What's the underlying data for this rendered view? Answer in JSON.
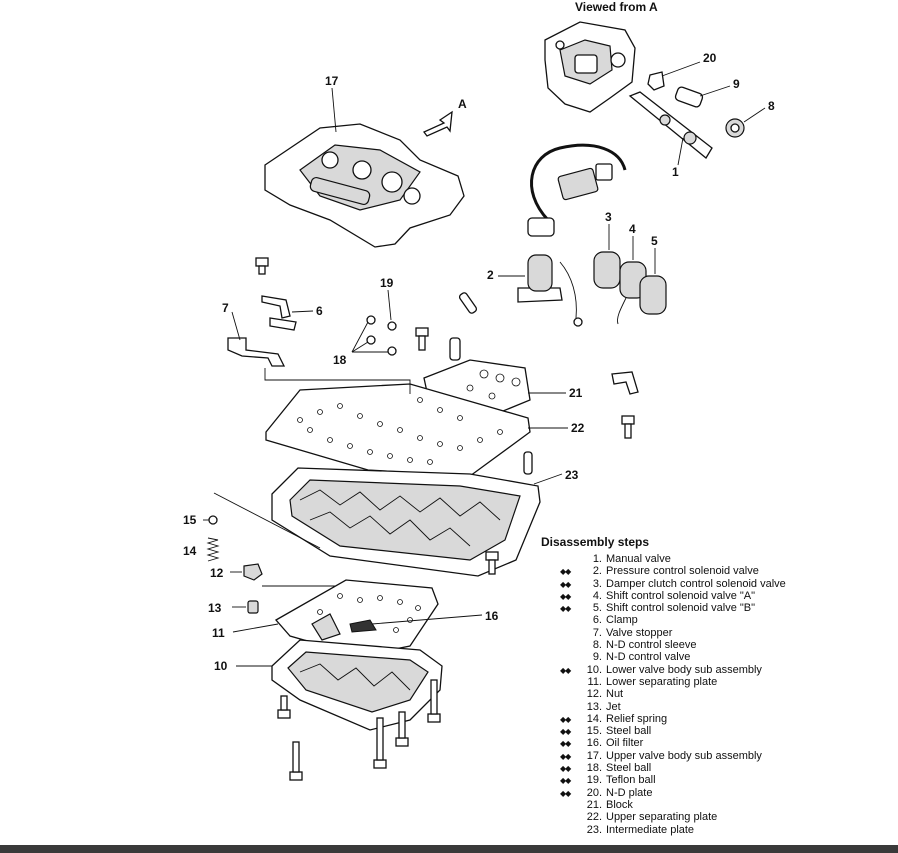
{
  "header": "Viewed from A",
  "view_arrow_label": "A",
  "callouts": {
    "c1": "1",
    "c2": "2",
    "c3": "3",
    "c4": "4",
    "c5": "5",
    "c6": "6",
    "c7": "7",
    "c8": "8",
    "c9": "9",
    "c10": "10",
    "c11": "11",
    "c12": "12",
    "c13": "13",
    "c14": "14",
    "c15": "15",
    "c16": "16",
    "c17": "17",
    "c18": "18",
    "c19": "19",
    "c20": "20",
    "c21": "21",
    "c22": "22",
    "c23": "23"
  },
  "steps_title": "Disassembly steps",
  "steps": [
    {
      "num": "1.",
      "text": "Manual valve",
      "mark": ""
    },
    {
      "num": "2.",
      "text": "Pressure control solenoid valve",
      "mark": "◆◆"
    },
    {
      "num": "3.",
      "text": "Damper clutch control solenoid valve",
      "mark": "◆◆"
    },
    {
      "num": "4.",
      "text": "Shift control solenoid valve \"A\"",
      "mark": "◆◆"
    },
    {
      "num": "5.",
      "text": "Shift control solenoid valve \"B\"",
      "mark": "◆◆"
    },
    {
      "num": "6.",
      "text": "Clamp",
      "mark": ""
    },
    {
      "num": "7.",
      "text": "Valve stopper",
      "mark": ""
    },
    {
      "num": "8.",
      "text": "N-D control sleeve",
      "mark": ""
    },
    {
      "num": "9.",
      "text": "N-D control valve",
      "mark": ""
    },
    {
      "num": "10.",
      "text": "Lower valve body sub assembly",
      "mark": "◆◆"
    },
    {
      "num": "11.",
      "text": "Lower separating plate",
      "mark": ""
    },
    {
      "num": "12.",
      "text": "Nut",
      "mark": ""
    },
    {
      "num": "13.",
      "text": "Jet",
      "mark": ""
    },
    {
      "num": "14.",
      "text": "Relief spring",
      "mark": "◆◆"
    },
    {
      "num": "15.",
      "text": "Steel ball",
      "mark": "◆◆"
    },
    {
      "num": "16.",
      "text": "Oil filter",
      "mark": "◆◆"
    },
    {
      "num": "17.",
      "text": "Upper valve body sub assembly",
      "mark": "◆◆"
    },
    {
      "num": "18.",
      "text": "Steel ball",
      "mark": "◆◆"
    },
    {
      "num": "19.",
      "text": "Teflon ball",
      "mark": "◆◆"
    },
    {
      "num": "20.",
      "text": "N-D plate",
      "mark": "◆◆"
    },
    {
      "num": "21.",
      "text": "Block",
      "mark": ""
    },
    {
      "num": "22.",
      "text": "Upper separating plate",
      "mark": ""
    },
    {
      "num": "23.",
      "text": "Intermediate plate",
      "mark": ""
    }
  ]
}
